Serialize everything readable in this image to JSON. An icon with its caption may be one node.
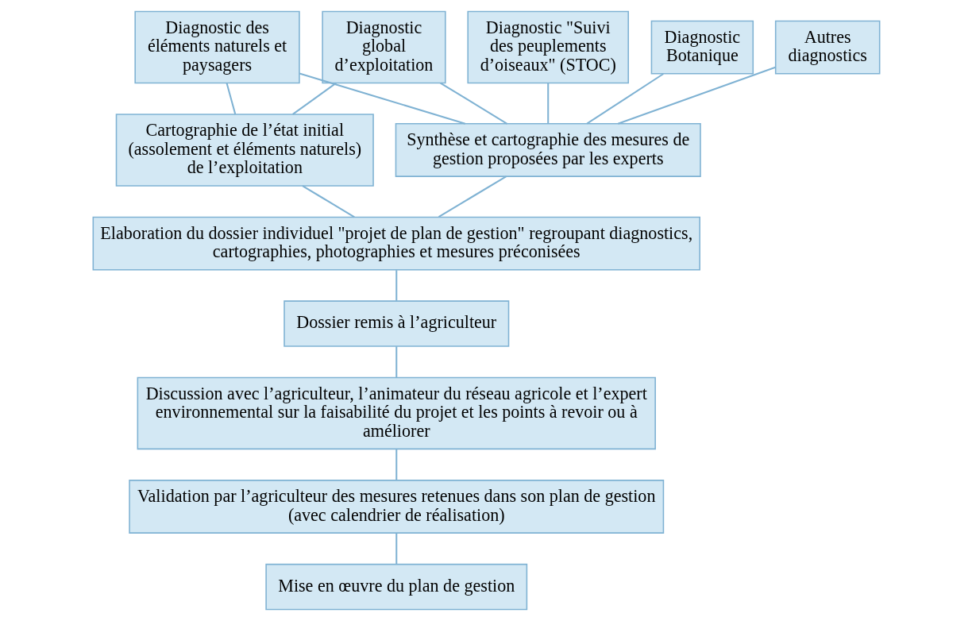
{
  "diagram": {
    "nodes": [
      {
        "text": [
          "Diagnostic global d’exploitation"
        ]
      },
      {
        "text": [
          "Diagnostic des éléments naturels et paysagers"
        ]
      },
      {
        "text": [
          "Diagnostic \"Suivi des peuplements d’oiseaux\" (STOC)"
        ]
      },
      {
        "text": [
          "Diagnostic Botanique"
        ]
      },
      {
        "text": [
          "Autres diagnostics"
        ]
      },
      {
        "text": [
          "Cartographie de l’état initial (assolement et éléments naturels) de l’exploitation"
        ]
      },
      {
        "text": [
          "Synthèse et cartographie des mesures de gestion proposées par les experts"
        ]
      },
      {
        "text": [
          "Elaboration du dossier individuel \"projet de plan de gestion\" regroupant diagnostics, cartographies, photographies et mesures préconisées"
        ]
      },
      {
        "text": [
          "Dossier remis à l’agriculteur"
        ]
      },
      {
        "text": [
          "Discussion avec l’agriculteur, l’animateur du réseau agricole et l’expert environnemental sur la faisabilité du projet et les points à revoir ou à améliorer"
        ]
      },
      {
        "text": [
          "Validation par l’agriculteur des mesures retenues dans son plan de gestion (avec calendrier de réalisation)"
        ]
      },
      {
        "text": [
          "Mise en œuvre du plan de gestion"
        ]
      }
    ],
    "edges": [
      {
        "from": 0,
        "to": 5,
        "arrow": "none"
      },
      {
        "from": 0,
        "to": 6,
        "arrow": "none"
      },
      {
        "from": 1,
        "to": 5,
        "arrow": "none"
      },
      {
        "from": 1,
        "to": 6,
        "arrow": "none"
      },
      {
        "from": 2,
        "to": 6,
        "arrow": "none"
      },
      {
        "from": 3,
        "to": 6,
        "arrow": "none"
      },
      {
        "from": 4,
        "to": 6,
        "arrow": "none"
      },
      {
        "from": 5,
        "to": 7,
        "arrow": "none"
      },
      {
        "from": 6,
        "to": 7,
        "arrow": "none"
      },
      {
        "from": 7,
        "to": 8,
        "arrow": "none"
      },
      {
        "from": 8,
        "to": 9,
        "arrow": "none"
      },
      {
        "from": 9,
        "to": 10,
        "arrow": "none"
      },
      {
        "from": 10,
        "to": 11,
        "arrow": "none"
      }
    ]
  }
}
